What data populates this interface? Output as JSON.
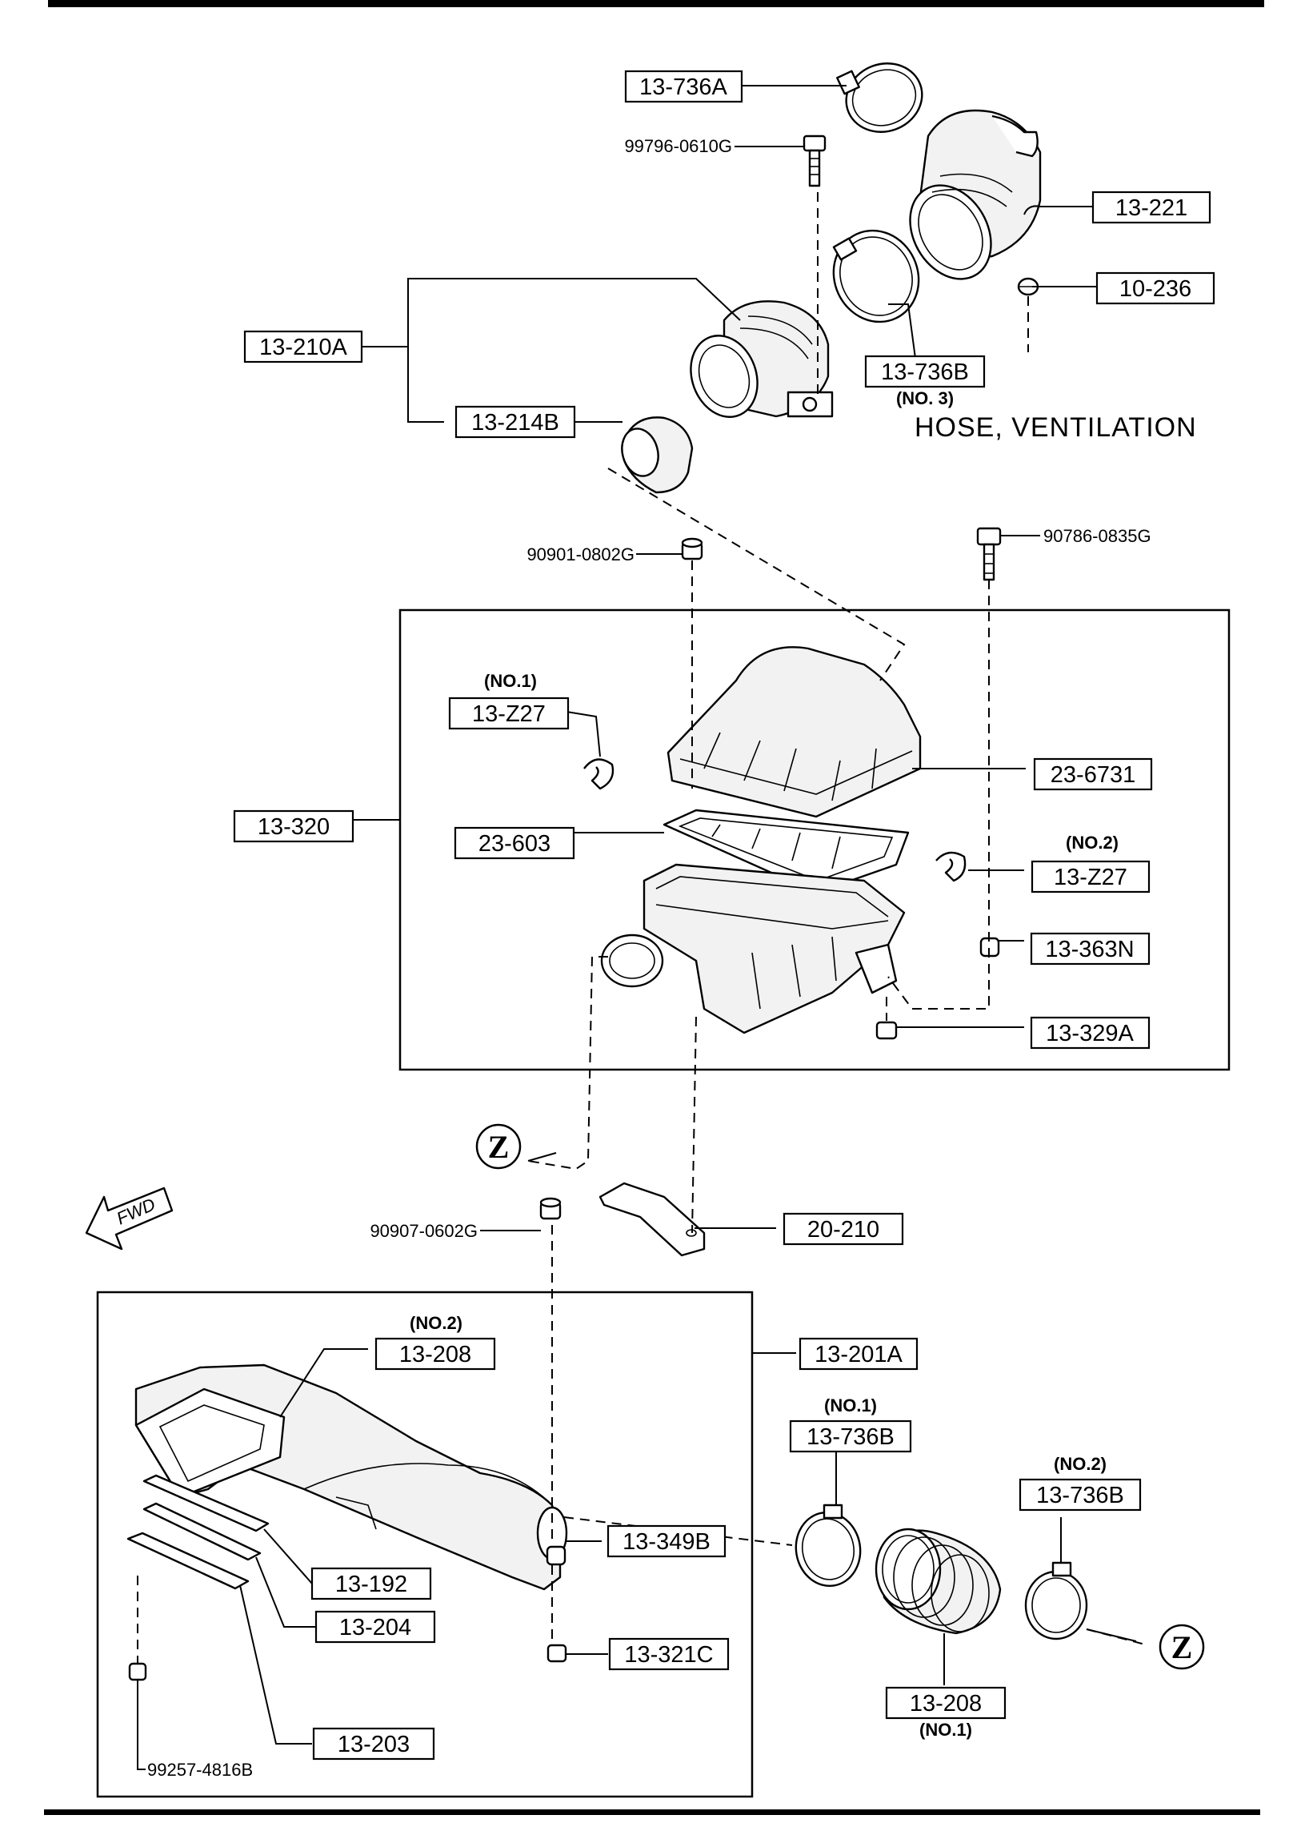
{
  "parts": {
    "p13_736A_top": "13-736A",
    "p99796": "99796-0610G",
    "p13_221": "13-221",
    "p10_236": "10-236",
    "p13_210A": "13-210A",
    "p13_736B_no3": "13-736B",
    "p13_214B": "13-214B",
    "p90901": "90901-0802G",
    "p90786": "90786-0835G",
    "p13_Z27_no1": "13-Z27",
    "p23_6731": "23-6731",
    "p13_320": "13-320",
    "p23_603": "23-603",
    "p13_Z27_no2": "13-Z27",
    "p13_363N": "13-363N",
    "p13_329A": "13-329A",
    "p90907": "90907-0602G",
    "p20_210": "20-210",
    "p13_208_no2": "13-208",
    "p13_201A": "13-201A",
    "p13_736B_no1": "13-736B",
    "p13_736B_no2": "13-736B",
    "p13_349B": "13-349B",
    "p13_192": "13-192",
    "p13_204": "13-204",
    "p13_321C": "13-321C",
    "p13_208_no1": "13-208",
    "p13_203": "13-203",
    "p99257": "99257-4816B"
  },
  "notes": {
    "no3": "(NO. 3)",
    "no1_a": "(NO.1)",
    "no2_a": "(NO.2)",
    "no2_b": "(NO.2)",
    "no1_b": "(NO.1)",
    "no2_c": "(NO.2)",
    "no1_c": "(NO.1)"
  },
  "hose_ventilation": "HOSE, VENTILATION",
  "ref_marker": "Z",
  "fwd_label": "FWD"
}
